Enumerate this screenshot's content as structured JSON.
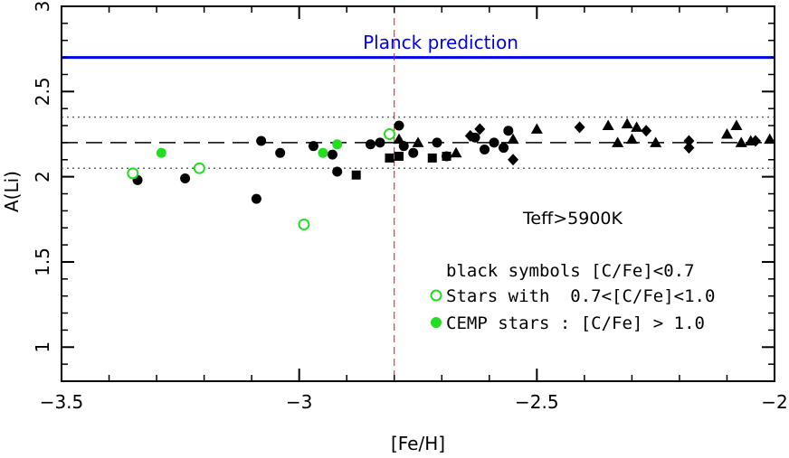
{
  "chart_data": {
    "type": "scatter",
    "xlabel": "[Fe/H]",
    "ylabel": "A(Li)",
    "xlim": [
      -3.5,
      -2.0
    ],
    "ylim": [
      0.8,
      3.0
    ],
    "x_ticks": [
      -3.5,
      -3.0,
      -2.5,
      -2.0
    ],
    "x_tick_labels": [
      "−3.5",
      "−3",
      "−2.5",
      "−2"
    ],
    "y_ticks": [
      1.0,
      1.5,
      2.0,
      2.5,
      3.0
    ],
    "y_tick_labels": [
      "1",
      "1.5",
      "2",
      "2.5",
      "3"
    ],
    "planck": {
      "y": 2.7,
      "label": "Planck prediction",
      "color": "#0000ee"
    },
    "plateau": {
      "y": 2.2,
      "lower": 2.05,
      "upper": 2.35
    },
    "vline": {
      "x": -2.8,
      "color": "#ff0000"
    },
    "annotation": "Teff>5900K",
    "legend": {
      "header": "black symbols [C/Fe]<0.7",
      "open_label": "Stars with  0.7<[C/Fe]<1.0",
      "filled_label": "CEMP stars : [C/Fe] > 1.0"
    },
    "colors": {
      "black": "#000000",
      "green": "#22dd22"
    },
    "series": [
      {
        "marker": "circle-filled",
        "color": "#000000",
        "points": [
          [
            -3.34,
            1.98
          ],
          [
            -3.24,
            1.99
          ],
          [
            -3.09,
            1.87
          ],
          [
            -3.08,
            2.21
          ],
          [
            -3.04,
            2.14
          ],
          [
            -2.97,
            2.18
          ],
          [
            -2.93,
            2.13
          ],
          [
            -2.92,
            2.03
          ],
          [
            -2.85,
            2.19
          ],
          [
            -2.83,
            2.2
          ],
          [
            -2.79,
            2.3
          ],
          [
            -2.78,
            2.18
          ],
          [
            -2.76,
            2.14
          ],
          [
            -2.71,
            2.2
          ],
          [
            -2.69,
            2.12
          ],
          [
            -2.63,
            2.23
          ],
          [
            -2.61,
            2.16
          ],
          [
            -2.59,
            2.2
          ],
          [
            -2.57,
            2.17
          ],
          [
            -2.56,
            2.27
          ]
        ]
      },
      {
        "marker": "square-filled",
        "color": "#000000",
        "points": [
          [
            -2.88,
            2.01
          ],
          [
            -2.81,
            2.11
          ],
          [
            -2.79,
            2.12
          ],
          [
            -2.72,
            2.11
          ],
          [
            -2.69,
            2.12
          ]
        ]
      },
      {
        "marker": "triangle-filled",
        "color": "#000000",
        "points": [
          [
            -2.79,
            2.22
          ],
          [
            -2.75,
            2.2
          ],
          [
            -2.67,
            2.14
          ],
          [
            -2.55,
            2.22
          ],
          [
            -2.5,
            2.28
          ],
          [
            -2.35,
            2.3
          ],
          [
            -2.31,
            2.31
          ],
          [
            -2.29,
            2.29
          ],
          [
            -2.3,
            2.22
          ],
          [
            -2.33,
            2.2
          ],
          [
            -2.25,
            2.2
          ],
          [
            -2.1,
            2.25
          ],
          [
            -2.08,
            2.3
          ],
          [
            -2.07,
            2.2
          ],
          [
            -2.05,
            2.21
          ],
          [
            -2.01,
            2.22
          ]
        ]
      },
      {
        "marker": "diamond-filled",
        "color": "#000000",
        "points": [
          [
            -2.64,
            2.24
          ],
          [
            -2.62,
            2.28
          ],
          [
            -2.55,
            2.1
          ],
          [
            -2.41,
            2.29
          ],
          [
            -2.27,
            2.27
          ],
          [
            -2.18,
            2.21
          ],
          [
            -2.18,
            2.17
          ],
          [
            -2.04,
            2.21
          ]
        ]
      },
      {
        "marker": "circle-open",
        "color": "#22dd22",
        "points": [
          [
            -3.35,
            2.02
          ],
          [
            -3.21,
            2.05
          ],
          [
            -2.99,
            1.72
          ],
          [
            -2.81,
            2.25
          ]
        ]
      },
      {
        "marker": "circle-filled",
        "color": "#22dd22",
        "points": [
          [
            -3.29,
            2.14
          ],
          [
            -2.95,
            2.14
          ],
          [
            -2.92,
            2.19
          ]
        ]
      }
    ]
  }
}
